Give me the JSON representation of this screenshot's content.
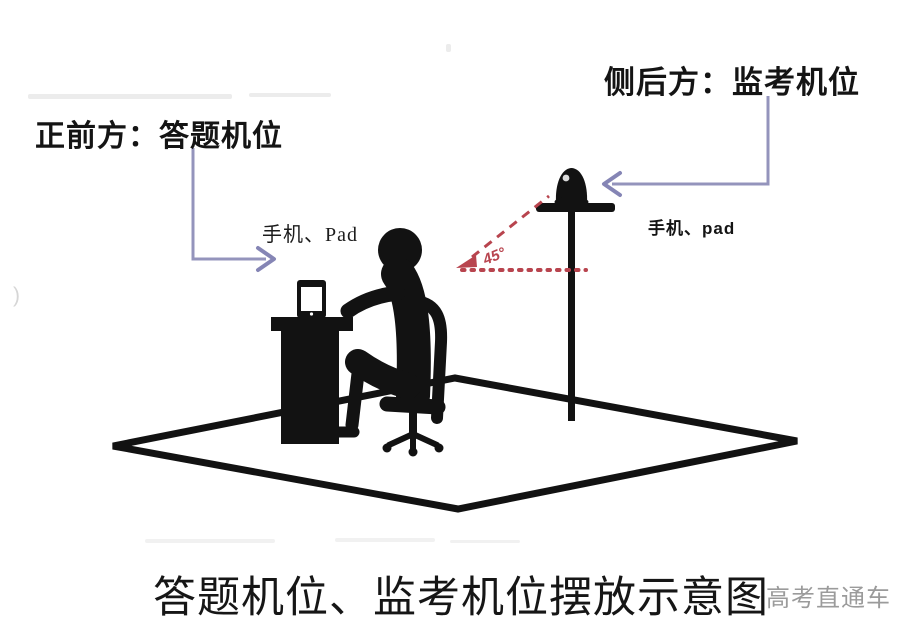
{
  "diagram": {
    "rear_position_label": "侧后方：监考机位",
    "front_position_label": "正前方：答题机位",
    "front_device_label": "手机、Pad",
    "rear_device_label": "手机、pad",
    "angle_label": "45°",
    "caption": "答题机位、监考机位摆放示意图",
    "watermark": "高考直通车",
    "ghost_mark": ")",
    "colors": {
      "label_text": "#141414",
      "caption_text": "#161616",
      "silhouette": "#121212",
      "callout_line": "#9494bc",
      "angle_red": "#b8444e",
      "watermark_gray": "#9b9b9b"
    }
  }
}
